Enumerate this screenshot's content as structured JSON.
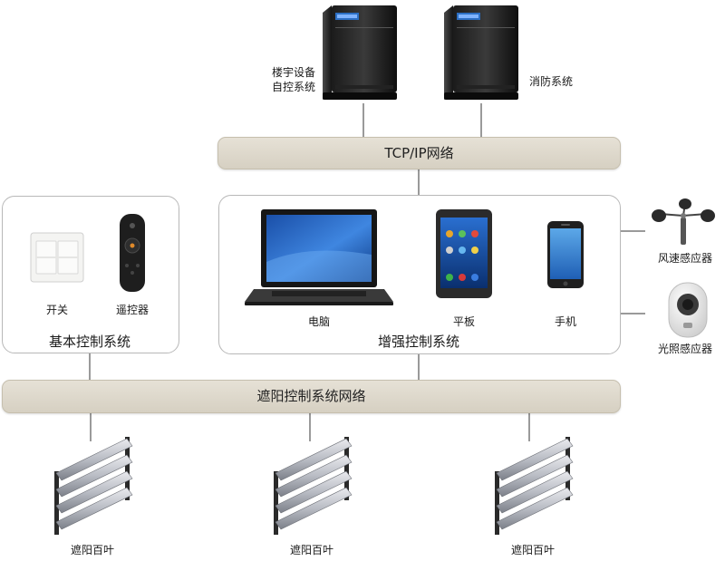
{
  "servers": {
    "bas_label_line1": "楼宇设备",
    "bas_label_line2": "自控系统",
    "fire_label": "消防系统"
  },
  "networks": {
    "tcpip": "TCP/IP网络",
    "shading": "遮阳控制系统网络"
  },
  "basic_system": {
    "title": "基本控制系统",
    "switch_label": "开关",
    "remote_label": "遥控器"
  },
  "enhanced_system": {
    "title": "增强控制系统",
    "pc_label": "电脑",
    "tablet_label": "平板",
    "phone_label": "手机"
  },
  "sensors": {
    "wind_label": "风速感应器",
    "light_label": "光照感应器"
  },
  "blinds": {
    "labels": [
      "遮阳百叶",
      "遮阳百叶",
      "遮阳百叶"
    ]
  }
}
